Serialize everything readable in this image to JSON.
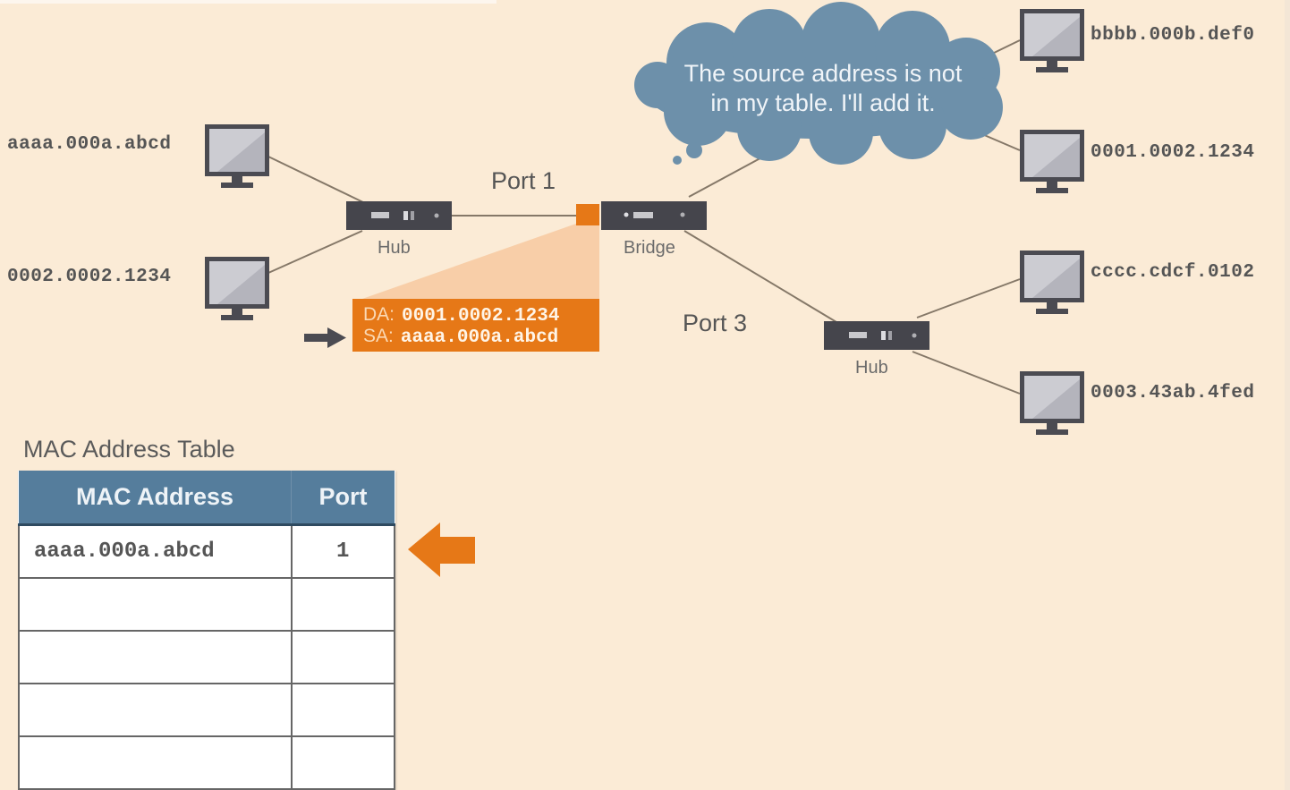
{
  "colors": {
    "background": "#fbebd6",
    "device": "#45454c",
    "frame_orange": "#e67817",
    "cloud": "#6d90aa",
    "table_header": "#557d9c",
    "link": "#8a7a6a"
  },
  "hosts_left": [
    {
      "mac": "aaaa.000a.abcd",
      "icon": "computer-icon"
    },
    {
      "mac": "0002.0002.1234",
      "icon": "computer-icon"
    }
  ],
  "hosts_right": [
    {
      "mac": "bbbb.000b.def0",
      "icon": "computer-icon"
    },
    {
      "mac": "0001.0002.1234",
      "icon": "computer-icon"
    },
    {
      "mac": "cccc.cdcf.0102",
      "icon": "computer-icon"
    },
    {
      "mac": "0003.43ab.4fed",
      "icon": "computer-icon"
    }
  ],
  "devices": {
    "hub_left": "Hub",
    "bridge": "Bridge",
    "hub_right": "Hub"
  },
  "ports": {
    "port1": "Port 1",
    "port3": "Port 3"
  },
  "thought_bubble": {
    "line1": "The source address is not",
    "line2": "in my table. I'll add it."
  },
  "frame": {
    "da_label": "DA:",
    "da_value": "0001.0002.1234",
    "sa_label": "SA:",
    "sa_value": "aaaa.000a.abcd"
  },
  "mac_table": {
    "title": "MAC Address Table",
    "headers": [
      "MAC Address",
      "Port"
    ],
    "rows": [
      [
        "aaaa.000a.abcd",
        "1"
      ],
      [
        "",
        ""
      ],
      [
        "",
        ""
      ],
      [
        "",
        ""
      ],
      [
        "",
        ""
      ]
    ]
  }
}
